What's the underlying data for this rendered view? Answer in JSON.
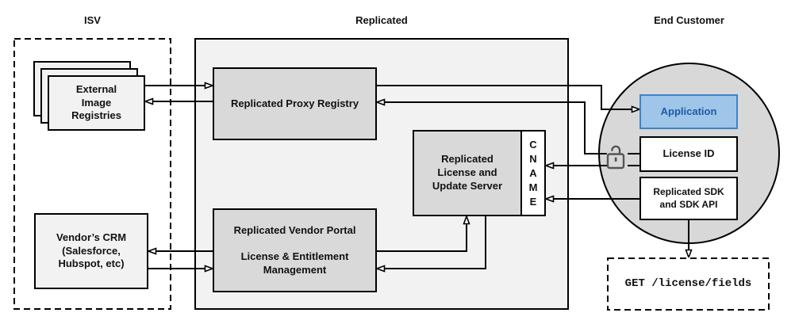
{
  "sections": {
    "isv": "ISV",
    "replicated": "Replicated",
    "end_customer": "End Customer"
  },
  "nodes": {
    "external_image_registries": "External\nImage\nRegistries",
    "vendors_crm": "Vendor’s CRM\n(Salesforce,\nHubspot, etc)",
    "proxy_registry": "Replicated Proxy Registry",
    "vendor_portal": "Replicated Vendor Portal\n\nLicense & Entitlement\nManagement",
    "license_update_server": "Replicated\nLicense and\nUpdate Server",
    "cname": "C\nN\nA\nM\nE",
    "application": "Application",
    "license_id": "License ID",
    "replicated_sdk": "Replicated SDK\nand SDK API",
    "get_request": "GET /license/fields"
  },
  "icons": {
    "lock": "open-padlock-icon"
  },
  "colors": {
    "canvas_bg": "#ffffff",
    "container_fill": "#f2f2f2",
    "light_node_fill": "#f2f2f2",
    "gray_node_fill": "#d9d9d9",
    "circle_fill": "#d8d8d8",
    "application_fill": "#9fc5e8",
    "application_border": "#3d85c6",
    "application_text": "#1c5ba6",
    "line_color": "#000000"
  },
  "connections": [
    {
      "from": "external_image_registries",
      "to": "proxy_registry"
    },
    {
      "from": "proxy_registry",
      "to": "external_image_registries"
    },
    {
      "from": "proxy_registry",
      "to": "application"
    },
    {
      "from": "license_id",
      "to": "proxy_registry"
    },
    {
      "from": "license_id",
      "to": "cname"
    },
    {
      "from": "replicated_sdk",
      "to": "cname"
    },
    {
      "from": "vendor_portal",
      "to": "vendors_crm"
    },
    {
      "from": "vendors_crm",
      "to": "vendor_portal"
    },
    {
      "from": "vendor_portal",
      "to": "license_update_server"
    },
    {
      "from": "license_update_server",
      "to": "vendor_portal"
    },
    {
      "from": "replicated_sdk",
      "to": "get_request"
    }
  ]
}
